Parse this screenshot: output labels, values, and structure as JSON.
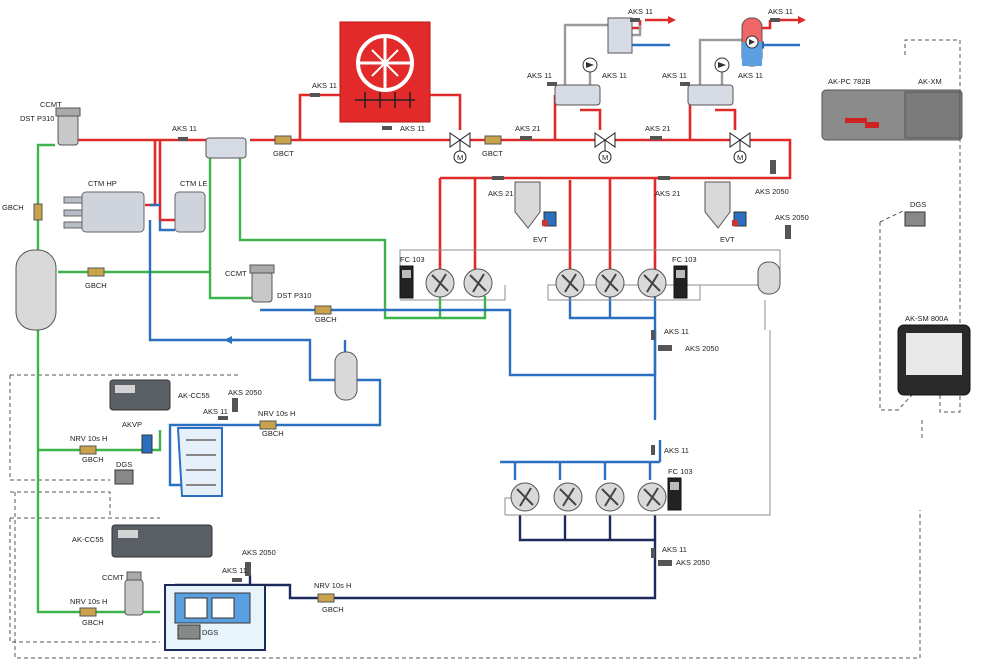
{
  "title": "",
  "colors": {
    "red": "#e02a2a",
    "green": "#3cb44b",
    "blue": "#2a6fc0",
    "navy": "#1c2a5c",
    "gc_box": "#e32a2a"
  },
  "labels": {
    "ccmt_top": "CCMT",
    "dst_top": "DST P310",
    "gbch_left": "GBCH",
    "gbch_receiver": "GBCH",
    "aks11_top": "AKS 11",
    "aks11_gc": "AKS 11",
    "aks11_gc2": "AKS 11",
    "gbct_1": "GBCT",
    "gbct_2": "GBCT",
    "aks21_1": "AKS 21",
    "aks21_2": "AKS 21",
    "aks21_3": "AKS 21",
    "aks21_4": "AKS 21",
    "aks11_hx1_top": "AKS 11",
    "aks11_hx1_a": "AKS 11",
    "aks11_hx1_b": "AKS 11",
    "aks11_hx2_top": "AKS 11",
    "aks11_hx2_a": "AKS 11",
    "aks11_hx2_b": "AKS 11",
    "aks2050_top": "AKS 2050",
    "aks2050_right": "AKS 2050",
    "ctm_hp": "CTM HP",
    "ctm_le": "CTM LE",
    "evt_1": "EVT",
    "evt_2": "EVT",
    "fc103_1": "FC 103",
    "fc103_2": "FC 103",
    "fc103_3": "FC 103",
    "ccmt_mid": "CCMT",
    "dst_mid": "DST P310",
    "gbch_mid": "GBCH",
    "aks11_mt": "AKS 11",
    "aks2050_mt": "AKS 2050",
    "aks11_lt": "AKS 11",
    "aks11_lt2": "AKS 11",
    "aks2050_lt": "AKS 2050",
    "ak_cc55_1": "AK-CC55",
    "aks2050_cc1": "AKS 2050",
    "aks11_cc1": "AKS 11",
    "nrv_cc1": "NRV 10s H",
    "gbch_cc1": "GBCH",
    "nrv_left1": "NRV 10s H",
    "gbch_left1": "GBCH",
    "akvp": "AKVP",
    "dgs_1": "DGS",
    "ak_cc55_2": "AK-CC55",
    "aks2050_cc2": "AKS 2050",
    "aks11_cc2": "AKS 11",
    "ccmt_bottom": "CCMT",
    "nrv_left2": "NRV 10s H",
    "gbch_left2": "GBCH",
    "nrv_cc2": "NRV 10s H",
    "gbch_cc2": "GBCH",
    "dgs_2": "DGS",
    "ak_pc": "AK-PC 782B",
    "ak_xm": "AK-XM",
    "dgs_right": "DGS",
    "ak_sm": "AK-SM 800A",
    "m1": "M",
    "m2": "M",
    "m3": "M"
  }
}
